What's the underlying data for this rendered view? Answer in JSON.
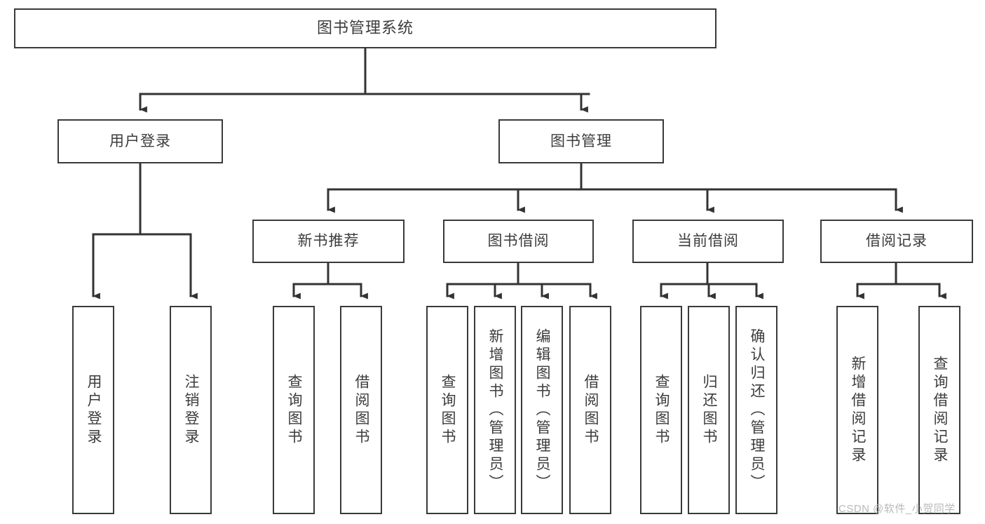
{
  "diagram": {
    "type": "tree-hierarchy-chart",
    "title": "图书管理系统",
    "colors": {
      "box_border": "#3a3a3a",
      "box_fill": "#ffffff",
      "text": "#3c3c3c",
      "connector": "#333333",
      "watermark": "#b9b9b9",
      "background": "#ffffff"
    },
    "levels": [
      {
        "level": 0,
        "nodes": [
          {
            "id": "root",
            "label": "图书管理系统",
            "orientation": "horizontal"
          }
        ]
      },
      {
        "level": 1,
        "nodes": [
          {
            "id": "login",
            "label": "用户登录",
            "orientation": "horizontal",
            "parent": "root"
          },
          {
            "id": "bookmgmt",
            "label": "图书管理",
            "orientation": "horizontal",
            "parent": "root"
          }
        ]
      },
      {
        "level": 2,
        "nodes": [
          {
            "id": "newbook",
            "label": "新书推荐",
            "orientation": "horizontal",
            "parent": "bookmgmt"
          },
          {
            "id": "borrow",
            "label": "图书借阅",
            "orientation": "horizontal",
            "parent": "bookmgmt"
          },
          {
            "id": "current",
            "label": "当前借阅",
            "orientation": "horizontal",
            "parent": "bookmgmt"
          },
          {
            "id": "records",
            "label": "借阅记录",
            "orientation": "horizontal",
            "parent": "bookmgmt"
          }
        ]
      },
      {
        "level": 3,
        "nodes": [
          {
            "id": "leaf-user-login",
            "label": "用户登录",
            "orientation": "vertical",
            "parent": "login"
          },
          {
            "id": "leaf-user-logout",
            "label": "注销登录",
            "orientation": "vertical",
            "parent": "login"
          },
          {
            "id": "leaf-nb-query",
            "label": "查询图书",
            "orientation": "vertical",
            "parent": "newbook"
          },
          {
            "id": "leaf-nb-borrow",
            "label": "借阅图书",
            "orientation": "vertical",
            "parent": "newbook"
          },
          {
            "id": "leaf-bo-query",
            "label": "查询图书",
            "orientation": "vertical",
            "parent": "borrow"
          },
          {
            "id": "leaf-bo-add",
            "label": "新增图书（管理员）",
            "orientation": "vertical",
            "parent": "borrow"
          },
          {
            "id": "leaf-bo-edit",
            "label": "编辑图书（管理员）",
            "orientation": "vertical",
            "parent": "borrow"
          },
          {
            "id": "leaf-bo-borrow",
            "label": "借阅图书",
            "orientation": "vertical",
            "parent": "borrow"
          },
          {
            "id": "leaf-cu-query",
            "label": "查询图书",
            "orientation": "vertical",
            "parent": "current"
          },
          {
            "id": "leaf-cu-return",
            "label": "归还图书",
            "orientation": "vertical",
            "parent": "current"
          },
          {
            "id": "leaf-cu-confirm",
            "label": "确认归还（管理员）",
            "orientation": "vertical",
            "parent": "current"
          },
          {
            "id": "leaf-re-add",
            "label": "新增借阅记录",
            "orientation": "vertical",
            "parent": "records"
          },
          {
            "id": "leaf-re-query",
            "label": "查询借阅记录",
            "orientation": "vertical",
            "parent": "records"
          }
        ]
      }
    ]
  },
  "watermark": {
    "text": "CSDN @软件_小贺同学"
  }
}
